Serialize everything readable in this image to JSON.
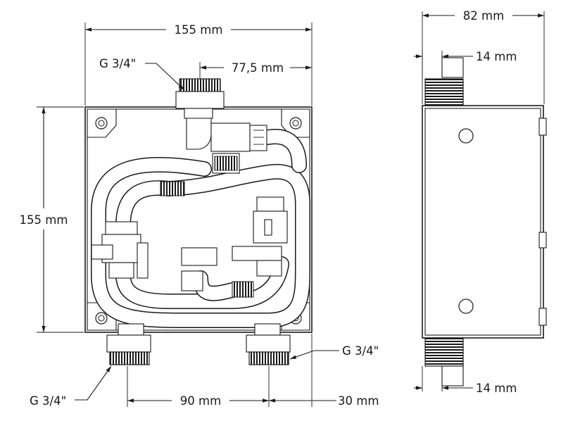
{
  "front_view": {
    "dim_width": "155 mm",
    "dim_height": "155 mm",
    "dim_top_offset": "77,5 mm",
    "dim_bottom_spacing": "90 mm",
    "dim_bottom_side": "30 mm",
    "label_top_connector": "G 3/4\"",
    "label_bottom_left_connector": "G 3/4\"",
    "label_bottom_right_connector": "G 3/4\""
  },
  "side_view": {
    "dim_depth": "82 mm",
    "dim_top_connector": "14 mm",
    "dim_bottom_connector": "14 mm"
  }
}
